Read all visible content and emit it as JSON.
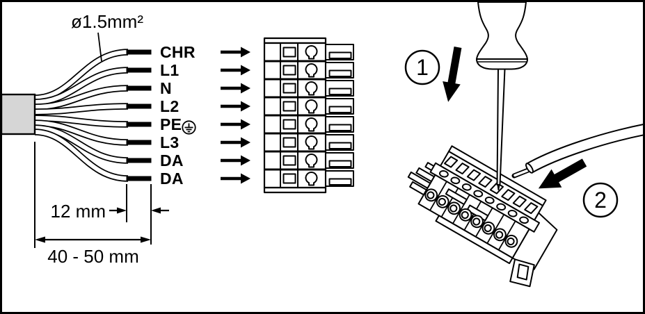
{
  "colors": {
    "line": "#000000",
    "background": "#ffffff",
    "cable_sheath": "#d6d6d6",
    "pe_wire_insulation": "#b8b8b8"
  },
  "strip_diagram": {
    "wire_gauge_label": "ø1.5mm²",
    "wire_labels": [
      "CHR",
      "L1",
      "N",
      "L2",
      "PE",
      "L3",
      "DA",
      "DA"
    ],
    "earth_symbol": "earth-ground-icon",
    "strip_length_label": "12 mm",
    "sheath_strip_length_label": "40 - 50 mm",
    "terminal_poles": 8
  },
  "installation": {
    "step1_number": "1",
    "step2_number": "2"
  }
}
